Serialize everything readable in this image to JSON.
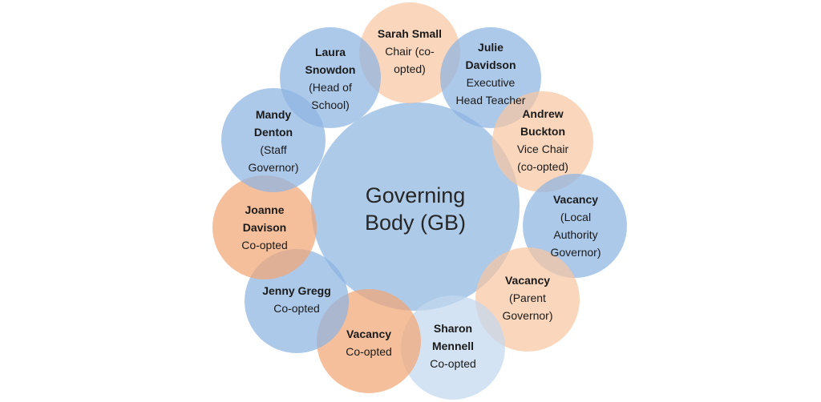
{
  "center": {
    "lines": [
      "Governing",
      "Body (GB)"
    ]
  },
  "colors": {
    "center": "#a9c7e8",
    "blue": "#8db4e2",
    "peach": "#f7c6a2",
    "orange": "#f2a675",
    "light_blue": "#c3d8ef"
  },
  "members": [
    {
      "id": "sarah-small",
      "color": "peach",
      "bold": [
        "Sarah Small"
      ],
      "text": [
        "Chair (co-",
        "opted)"
      ]
    },
    {
      "id": "julie-davidson",
      "color": "blue",
      "bold": [
        "Julie",
        "Davidson"
      ],
      "text": [
        "Executive",
        "Head Teacher"
      ]
    },
    {
      "id": "andrew-buckton",
      "color": "peach",
      "bold": [
        "Andrew",
        "Buckton"
      ],
      "text": [
        "Vice Chair",
        "(co-opted)"
      ]
    },
    {
      "id": "vacancy-local-authority",
      "color": "blue",
      "bold": [
        "Vacancy"
      ],
      "text": [
        "(Local",
        "Authority",
        "Governor)"
      ]
    },
    {
      "id": "vacancy-parent",
      "color": "peach",
      "bold": [
        "Vacancy"
      ],
      "text": [
        "(Parent",
        "Governor)"
      ]
    },
    {
      "id": "sharon-mennell",
      "color": "light_blue",
      "bold": [
        "Sharon",
        "Mennell"
      ],
      "text": [
        "Co-opted"
      ]
    },
    {
      "id": "vacancy-co-opted",
      "color": "orange",
      "bold": [
        "Vacancy"
      ],
      "text": [
        "Co-opted"
      ]
    },
    {
      "id": "jenny-gregg",
      "color": "blue",
      "bold": [
        "Jenny Gregg"
      ],
      "text": [
        "Co-opted"
      ]
    },
    {
      "id": "joanne-davison",
      "color": "orange",
      "bold": [
        "Joanne",
        "Davison"
      ],
      "text": [
        "Co-opted"
      ]
    },
    {
      "id": "mandy-denton",
      "color": "blue",
      "bold": [
        "Mandy",
        "Denton"
      ],
      "text": [
        "(Staff",
        "Governor)"
      ]
    },
    {
      "id": "laura-snowdon",
      "color": "blue",
      "bold": [
        "Laura",
        "Snowdon"
      ],
      "text": [
        "(Head of",
        "School)"
      ]
    }
  ]
}
